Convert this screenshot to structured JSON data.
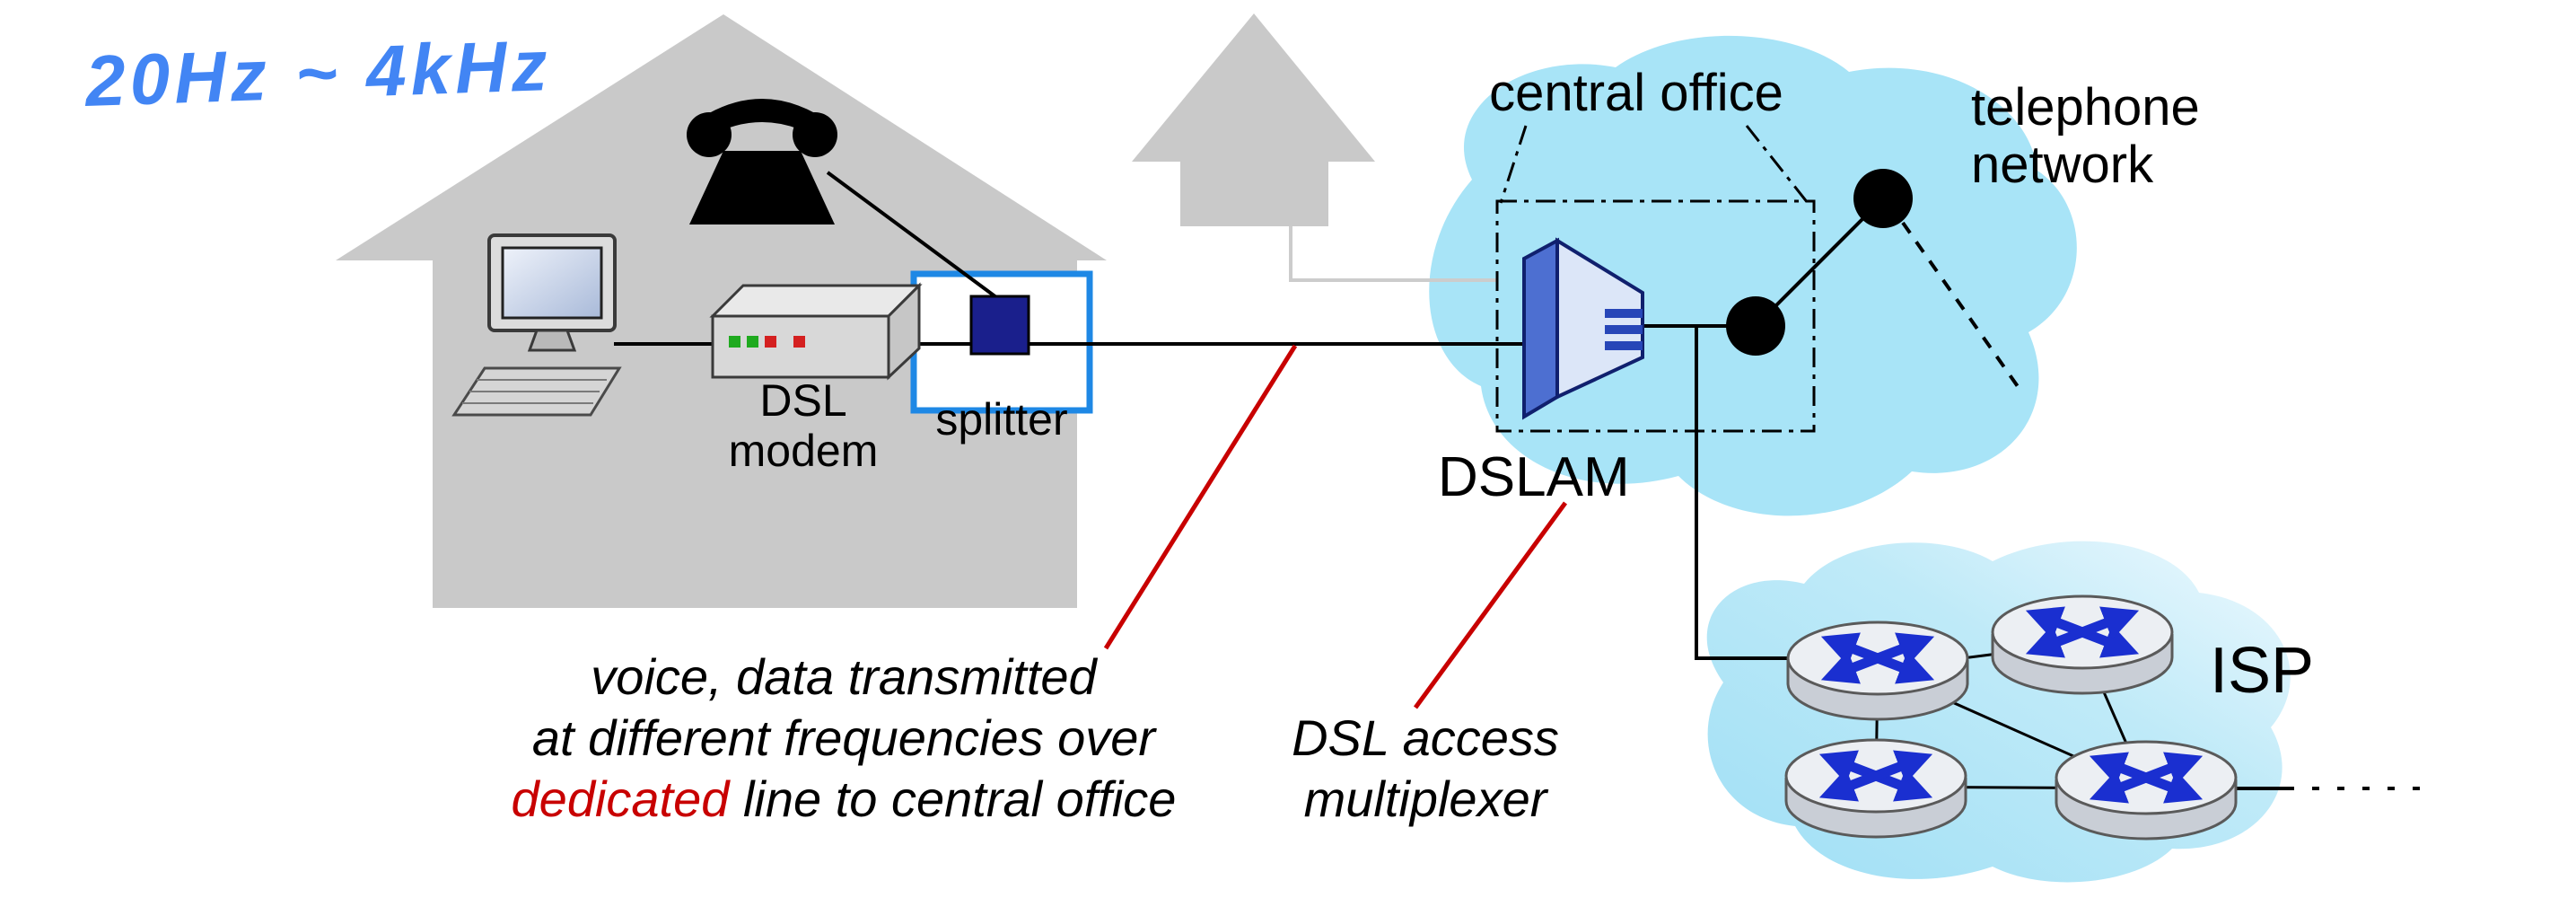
{
  "figure": {
    "description": "DSL access network diagram"
  },
  "handwriting": {
    "text": "20Hz ~ 4kHz"
  },
  "labels": {
    "central_office": "central office",
    "telephone_network": "telephone\nnetwork",
    "dsl_modem": "DSL\nmodem",
    "splitter": "splitter",
    "dslam": "DSLAM",
    "isp": "ISP"
  },
  "annotations": {
    "voice_line1": "voice, data transmitted",
    "voice_line2": "at different frequencies over",
    "voice_line3_red": "dedicated",
    "voice_line3_rest": "line to central office",
    "dslam_line1": "DSL access",
    "dslam_line2": "multiplexer"
  },
  "colors": {
    "cloud_blue": "#a8e4f7",
    "house_gray": "#c9c9c9",
    "pointer_red": "#c80000",
    "handwriting_blue": "#4285f4",
    "splitter_outline_blue": "#1e88e5",
    "router_arrow_blue": "#1a2fd0",
    "navy_square": "#1a1f8c"
  },
  "icons": {
    "desktop_computer": "desktop-computer-icon",
    "telephone": "telephone-icon",
    "dsl_modem_box": "dsl-modem-box-icon",
    "splitter_box": "splitter-box-icon",
    "dslam": "dslam-multiplexer-icon",
    "router": "router-icon",
    "house": "house-silhouette",
    "up_arrow": "up-arrow-silhouette",
    "network_node": "telephone-network-node-dot"
  }
}
